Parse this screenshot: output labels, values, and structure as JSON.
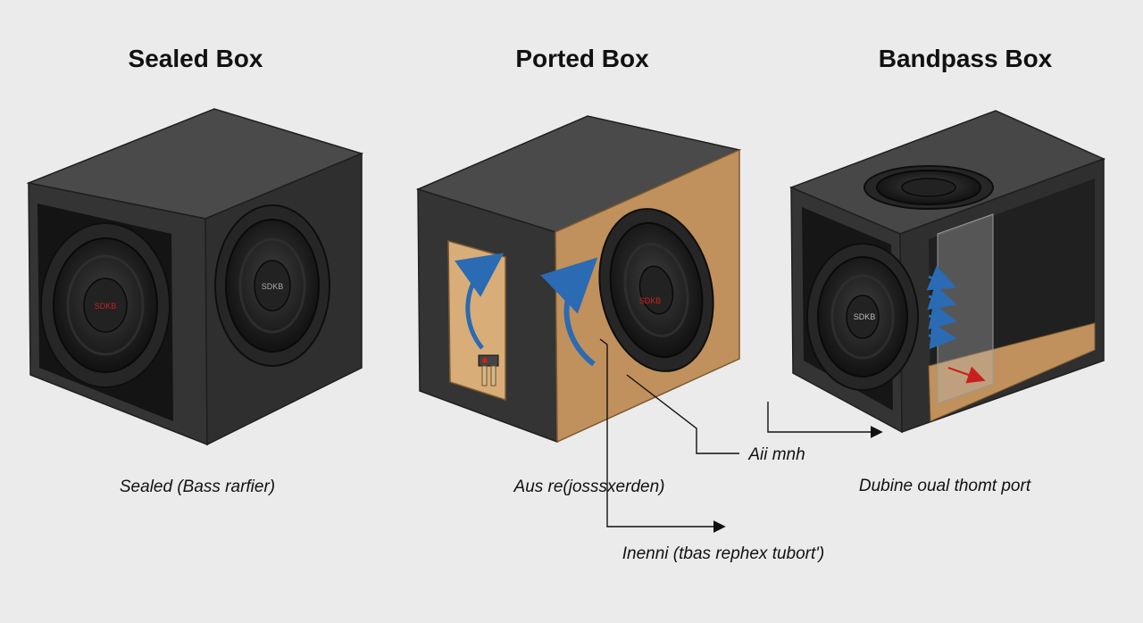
{
  "titles": {
    "sealed": "Sealed Box",
    "ported": "Ported Box",
    "bandpass": "Bandpass Box"
  },
  "captions": {
    "sealed": "Sealed (Bass rarfier)",
    "ported_center": "Aus re(josssxerden)",
    "air_mouth": "Aii mnh",
    "ported_port": "Inenni (tbas rephex tubort')",
    "bandpass": "Dubine oual thomt port"
  },
  "logos": {
    "woofer_brand": "SDKB"
  },
  "icons": {
    "airflow": "curved-arrow-icon",
    "pressure": "pressure-arrows-icon"
  },
  "colors": {
    "background": "#ebebeb",
    "box_dark": "#353535",
    "mdf_panel": "#c0915c",
    "airflow_arrow": "#2a6bb3",
    "accent_red": "#c8201e"
  }
}
